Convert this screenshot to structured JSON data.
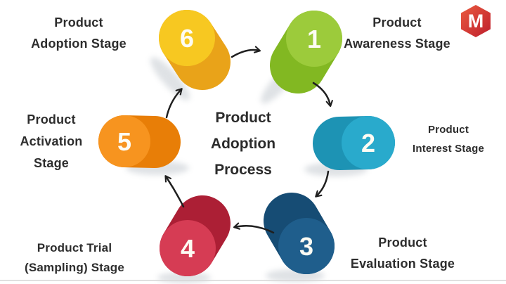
{
  "title": {
    "lines": [
      "Product",
      "Adoption",
      "Process"
    ]
  },
  "diagram": {
    "arrow_color": "#1f1f1f"
  },
  "stages": [
    {
      "number": "1",
      "lines": [
        "Product",
        "Awareness Stage"
      ],
      "face_color": "#9ccb3b",
      "body_color": "#82b822"
    },
    {
      "number": "2",
      "lines": [
        "Product",
        "Interest Stage"
      ],
      "face_color": "#29aacc",
      "body_color": "#1d93b4"
    },
    {
      "number": "3",
      "lines": [
        "Product",
        "Evaluation Stage"
      ],
      "face_color": "#1f5e8c",
      "body_color": "#164c74"
    },
    {
      "number": "4",
      "lines": [
        "Product Trial",
        "(Sampling) Stage"
      ],
      "face_color": "#d63c54",
      "body_color": "#ac1f35"
    },
    {
      "number": "5",
      "lines": [
        "Product",
        "Activation",
        "Stage"
      ],
      "face_color": "#f7941f",
      "body_color": "#e87e07"
    },
    {
      "number": "6",
      "lines": [
        "Product",
        "Adoption Stage"
      ],
      "face_color": "#f7c821",
      "body_color": "#e9a319"
    }
  ],
  "logo": {
    "letter": "M",
    "color_top": "#ea5b3f",
    "color_bottom": "#be1e2d",
    "letter_color": "#ffffff"
  }
}
